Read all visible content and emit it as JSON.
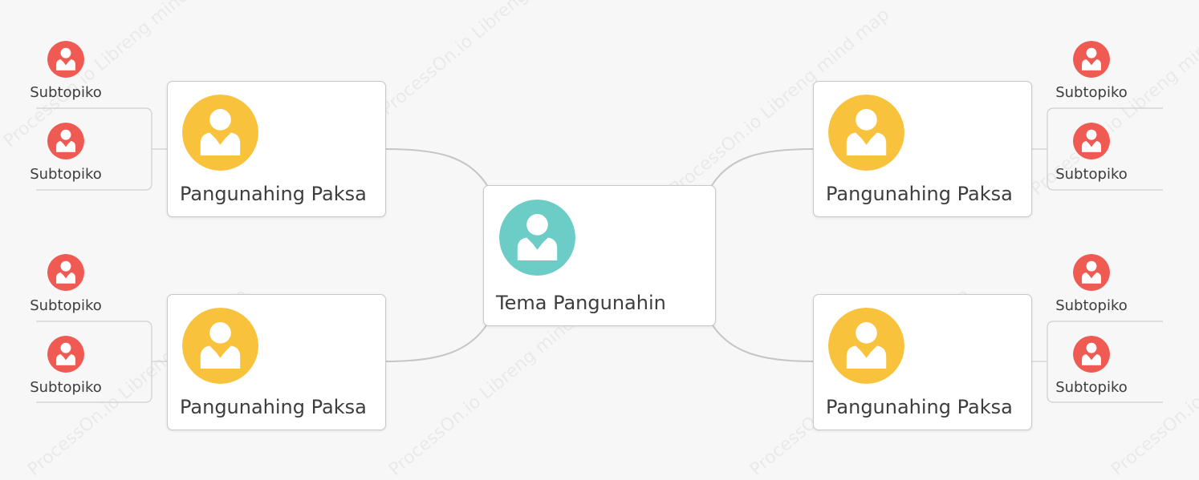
{
  "watermark_text": "ProcessOn.io Libreng mind map",
  "colors": {
    "center_avatar": "#6ccdc6",
    "main_avatar": "#f9c23c",
    "sub_avatar": "#ef5a53",
    "line": "#c6c6c6"
  },
  "center": {
    "label": "Tema Pangunahin",
    "icon": "user-icon"
  },
  "main_topics": [
    {
      "label": "Pangunahing Paksa",
      "icon": "user-icon",
      "subtopics": [
        "Subtopiko",
        "Subtopiko"
      ]
    },
    {
      "label": "Pangunahing Paksa",
      "icon": "user-icon",
      "subtopics": [
        "Subtopiko",
        "Subtopiko"
      ]
    },
    {
      "label": "Pangunahing Paksa",
      "icon": "user-icon",
      "subtopics": [
        "Subtopiko",
        "Subtopiko"
      ]
    },
    {
      "label": "Pangunahing Paksa",
      "icon": "user-icon",
      "subtopics": [
        "Subtopiko",
        "Subtopiko"
      ]
    }
  ]
}
